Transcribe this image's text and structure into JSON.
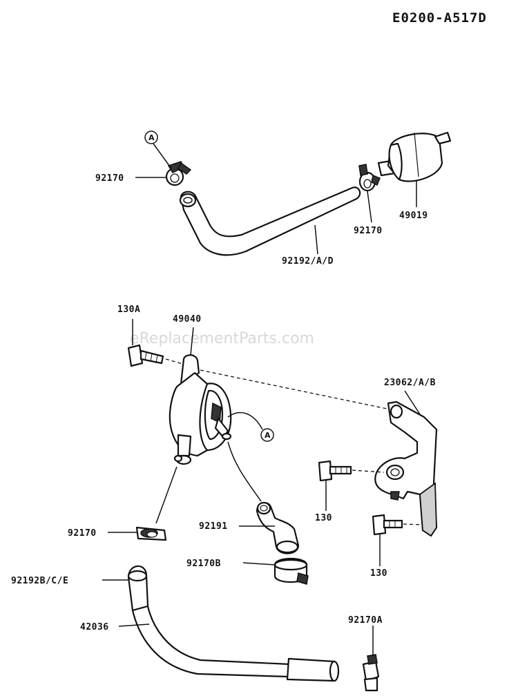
{
  "diagram_code": "E0200-A517D",
  "watermark": "eReplacementParts.com",
  "reference_marker": "A",
  "parts": {
    "clamp_top_left": "92170",
    "clamp_top_right": "92170",
    "fuel_filter": "49019",
    "hose_top": "92192/A/D",
    "bolt_pump": "130A",
    "fuel_pump": "49040",
    "bracket": "23062/A/B",
    "bolt_1": "130",
    "bolt_2": "130",
    "clamp_mid": "92170",
    "hose_short": "92191",
    "clamp_b": "92170B",
    "hose_lower": "92192B/C/E",
    "hose_long": "42036",
    "clamp_a": "92170A"
  }
}
